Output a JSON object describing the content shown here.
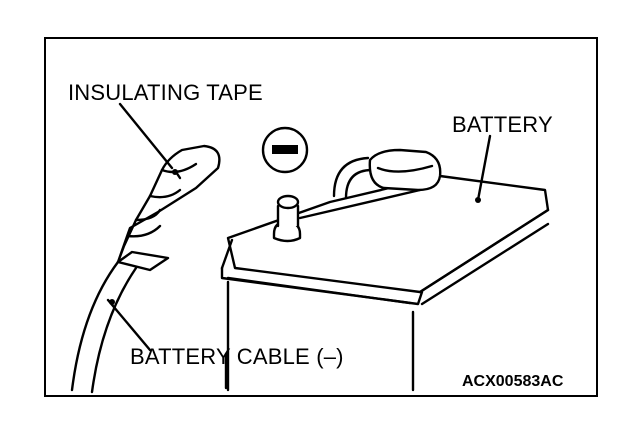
{
  "labels": {
    "insulating_tape": "INSULATING TAPE",
    "battery": "BATTERY",
    "battery_cable": "BATTERY CABLE (–)",
    "figure_code": "ACX00583AC"
  },
  "icons": {
    "terminal_sign": "minus-sign-icon"
  },
  "colors": {
    "line": "#000000",
    "background": "#ffffff"
  }
}
